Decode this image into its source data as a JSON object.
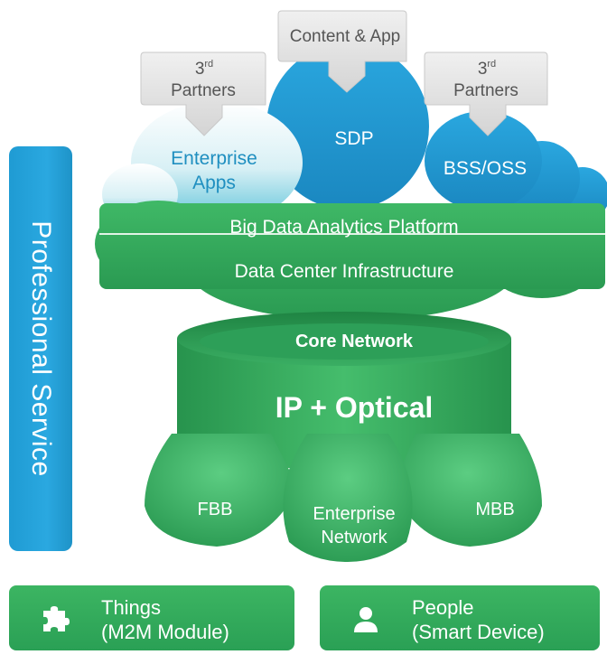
{
  "sidebar": {
    "label": "Professional Service"
  },
  "callouts": {
    "content_app": "Content & App",
    "partners_left": {
      "line1": "3",
      "sup": "rd",
      "line2": "Partners"
    },
    "partners_right": {
      "line1": "3",
      "sup": "rd",
      "line2": "Partners"
    }
  },
  "clouds": {
    "enterprise_apps": {
      "line1": "Enterprise",
      "line2": "Apps"
    },
    "sdp": "SDP",
    "bss_oss": "BSS/OSS"
  },
  "platform": {
    "big_data": "Big Data Analytics Platform",
    "data_center": "Data Center Infrastructure"
  },
  "core": {
    "title": "Core Network",
    "label": "IP + Optical"
  },
  "access": {
    "fbb": "FBB",
    "enterprise_network": {
      "line1": "Enterprise",
      "line2": "Network"
    },
    "mbb": "MBB"
  },
  "bottom": {
    "things": {
      "line1": "Things",
      "line2": "(M2M Module)",
      "icon": "puzzle-icon"
    },
    "people": {
      "line1": "People",
      "line2": "(Smart Device)",
      "icon": "person-icon"
    }
  },
  "colors": {
    "green": "#2ea35a",
    "dark_green": "#1e8a45",
    "blue": "#1f9bd3",
    "callout_gray": "#e3e3e3"
  }
}
